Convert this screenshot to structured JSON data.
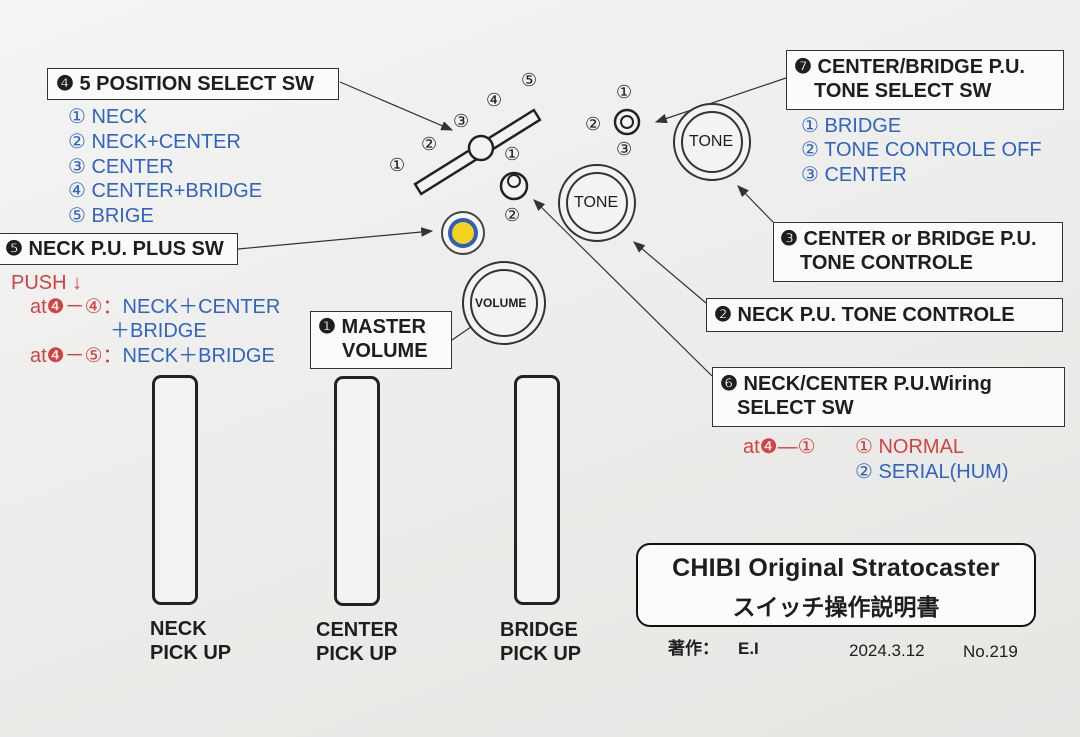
{
  "labels": {
    "sw4": {
      "num": "❹",
      "text": "5 POSITION SELECT SW"
    },
    "sw5": {
      "num": "❺",
      "text": "NECK P.U. PLUS SW"
    },
    "sw1": {
      "num": "❶",
      "line1": "MASTER",
      "line2": "VOLUME"
    },
    "sw7": {
      "num": "❼",
      "line1": "CENTER/BRIDGE P.U.",
      "line2": "TONE SELECT SW"
    },
    "sw3": {
      "num": "❸",
      "line1": "CENTER or BRIDGE P.U.",
      "line2": "TONE  CONTROLE"
    },
    "sw2": {
      "num": "❷",
      "text": "NECK P.U. TONE CONTROLE"
    },
    "sw6": {
      "num": "❻",
      "line1": "NECK/CENTER P.U.Wiring",
      "line2": "SELECT SW"
    }
  },
  "positions_list": [
    "① NECK",
    "② NECK+CENTER",
    "③ CENTER",
    "④ CENTER+BRIDGE",
    "⑤ BRIGE"
  ],
  "push_notes": {
    "title": "PUSH ↓",
    "row1_prefix": "at❹－④：",
    "row1_text": "NECK＋CENTER",
    "row1_cont": "＋BRIDGE",
    "row2_prefix": "at❹－⑤：",
    "row2_text": "NECK＋BRIDGE"
  },
  "tone_select_list": [
    "① BRIDGE",
    "② TONE CONTROLE OFF",
    "③ CENTER"
  ],
  "wiring_notes": {
    "prefix": "at❹―①",
    "opt1": "① NORMAL",
    "opt2": "② SERIAL(HUM)"
  },
  "switch_marks": {
    "five_pos": [
      "①",
      "②",
      "③",
      "④",
      "⑤"
    ],
    "sw6_marks": [
      "①",
      "②"
    ],
    "sw7_marks": [
      "①",
      "②",
      "③"
    ]
  },
  "knobs": {
    "volume": "VOLUME",
    "tone_upper": "TONE",
    "tone_lower": "TONE"
  },
  "pickups": {
    "neck": {
      "line1": "NECK",
      "line2": "PICK UP"
    },
    "center": {
      "line1": "CENTER",
      "line2": "PICK UP"
    },
    "bridge": {
      "line1": "BRIDGE",
      "line2": "PICK UP"
    }
  },
  "title": {
    "line1": "CHIBI Original Stratocaster",
    "line2": "スイッチ操作説明書"
  },
  "footer": {
    "author_label": "著作：",
    "author": "E.I",
    "date": "2024.3.12",
    "number": "No.219"
  },
  "colors": {
    "blue_text": "#2f64c0",
    "red_text": "#d24242",
    "push_button": "#f2d31e",
    "push_ring": "#2f5fb8"
  }
}
